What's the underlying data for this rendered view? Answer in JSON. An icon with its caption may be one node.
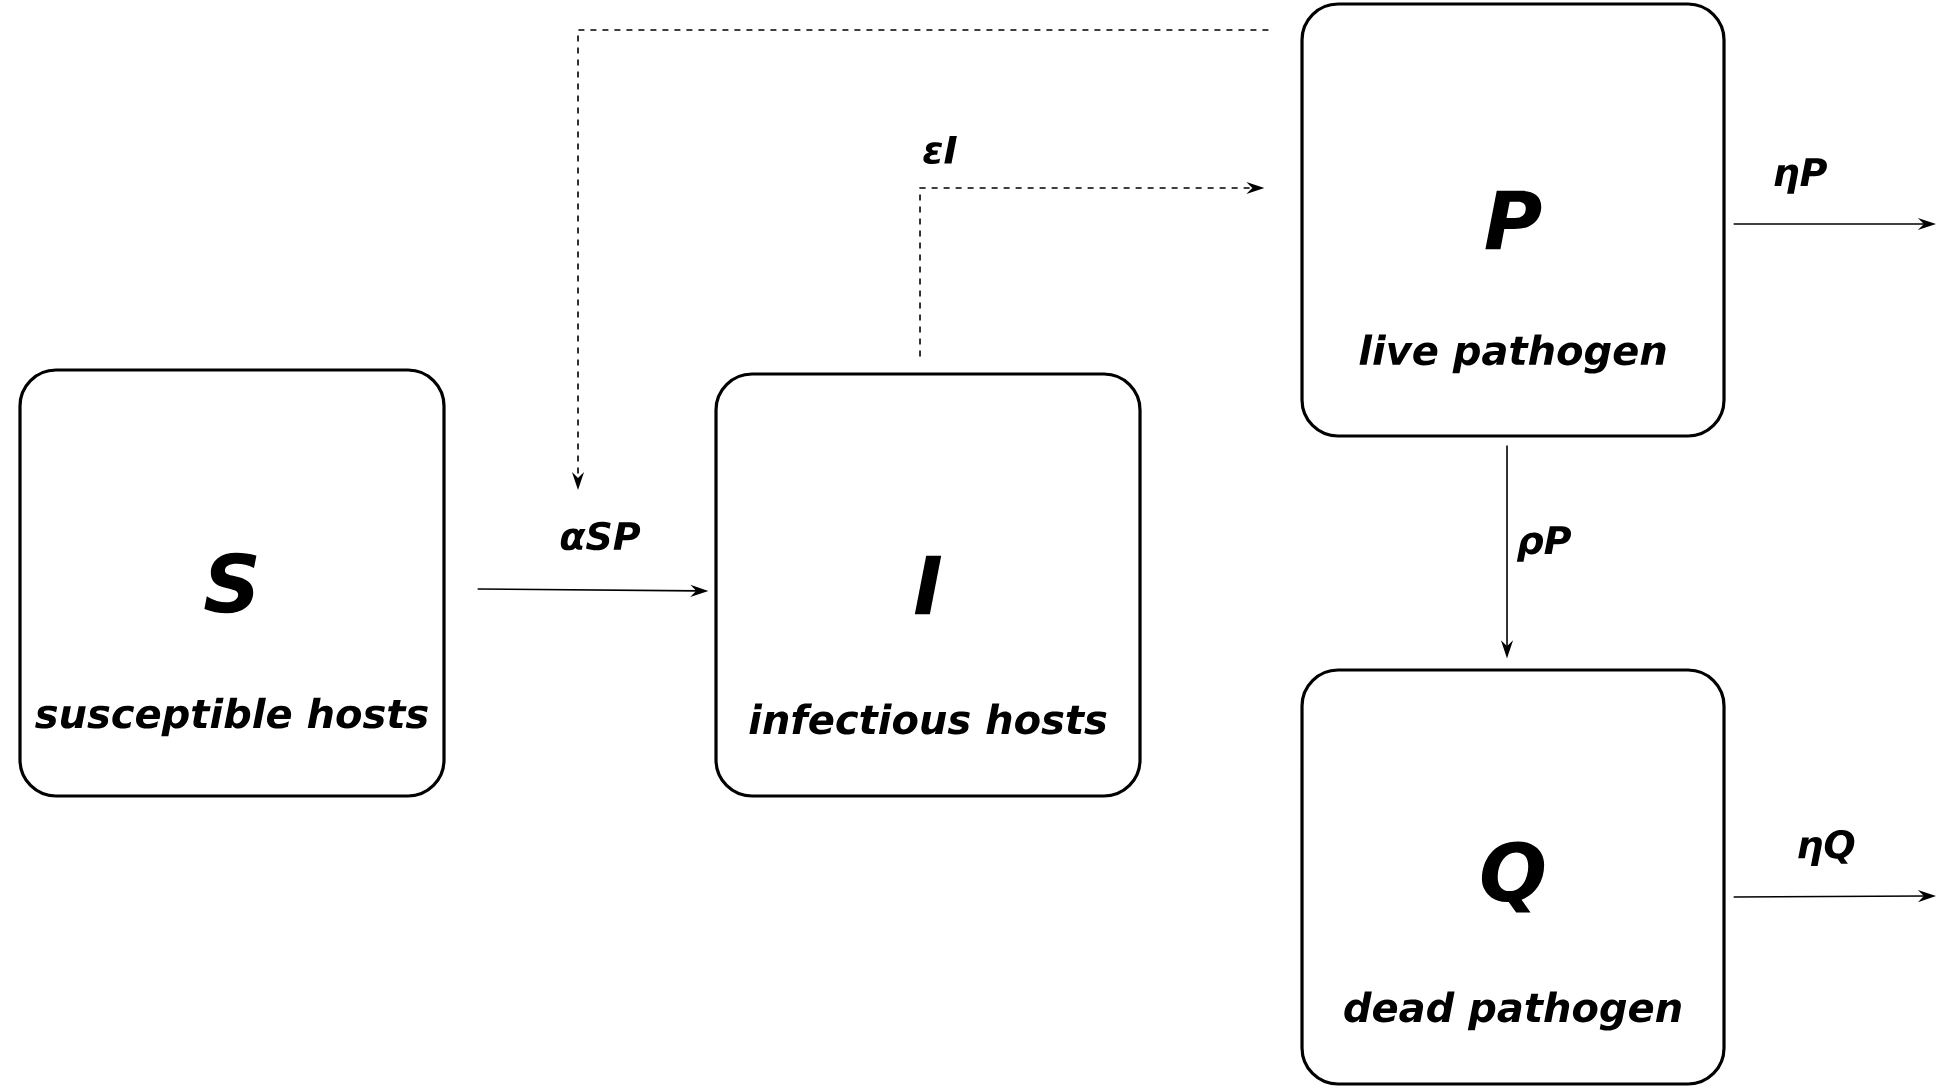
{
  "diagram": {
    "nodes": [
      {
        "text": [
          "S",
          "susceptible hosts"
        ]
      },
      {
        "text": [
          "I",
          "infectious hosts"
        ]
      },
      {
        "text": [
          "P",
          "live pathogen"
        ]
      },
      {
        "text": [
          "Q",
          "dead pathogen"
        ]
      }
    ],
    "edges": [
      {
        "from": 0,
        "to": 1,
        "arrow": "to",
        "label": "αSP"
      },
      {
        "from": 1,
        "to": 2,
        "arrow": "to",
        "label": "εI",
        "style": "dashed"
      },
      {
        "from": 2,
        "to": null,
        "arrow": "to",
        "style": "dashed"
      },
      {
        "from": 2,
        "to": null,
        "arrow": "to",
        "label": "ηP"
      },
      {
        "from": 2,
        "to": 3,
        "arrow": "to",
        "label": "ρP"
      },
      {
        "from": 3,
        "to": null,
        "arrow": "to",
        "label": "ηQ"
      }
    ]
  }
}
